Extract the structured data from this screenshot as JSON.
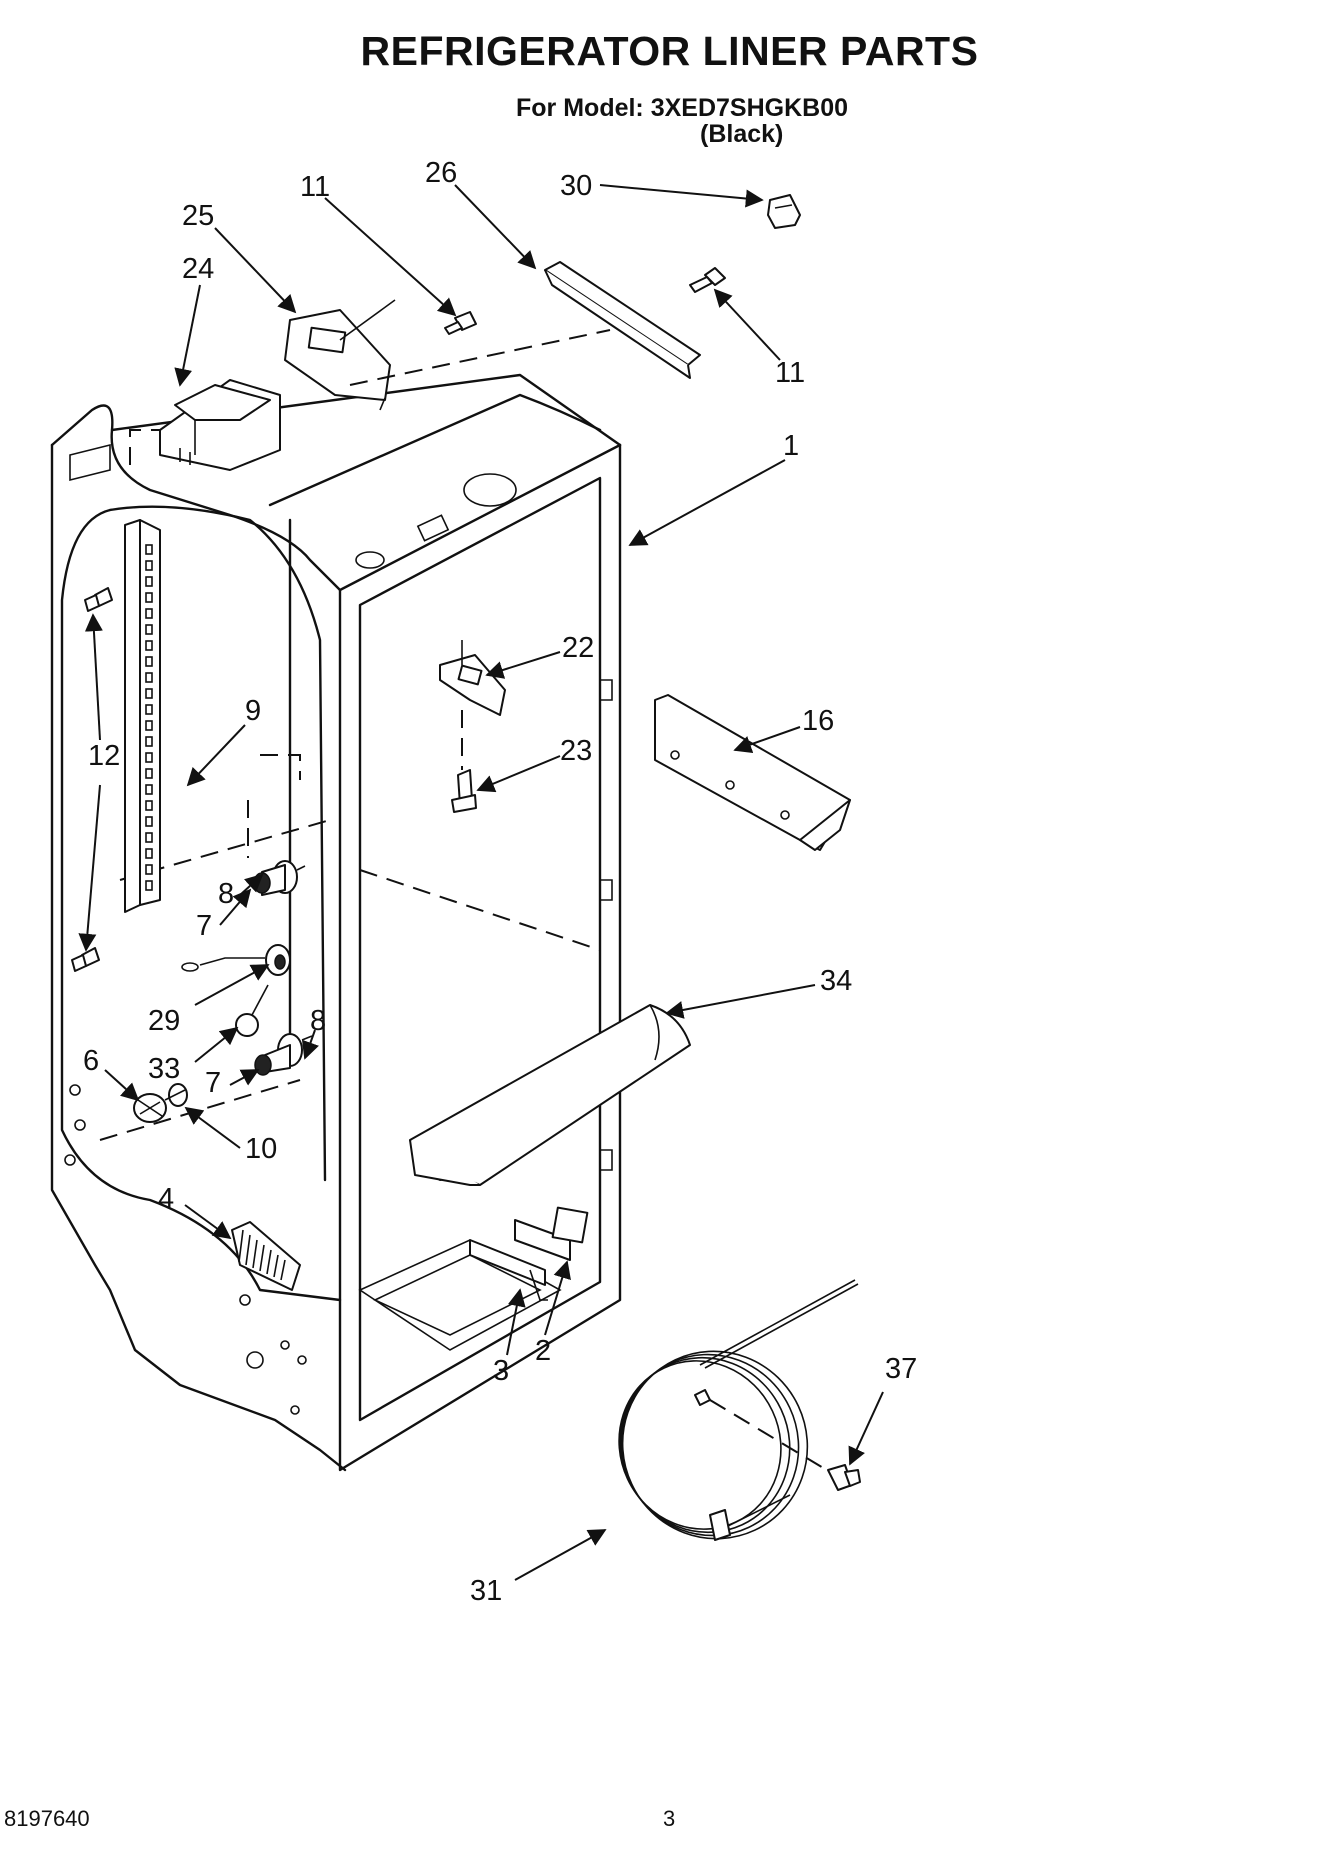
{
  "page": {
    "title": "REFRIGERATOR LINER PARTS",
    "model_line": "For Model: 3XED7SHGKB00",
    "color_line": "(Black)",
    "doc_number": "8197640",
    "page_number": "3"
  },
  "callouts": [
    {
      "id": "c11a",
      "label": "11"
    },
    {
      "id": "c26",
      "label": "26"
    },
    {
      "id": "c30",
      "label": "30"
    },
    {
      "id": "c25",
      "label": "25"
    },
    {
      "id": "c24",
      "label": "24"
    },
    {
      "id": "c11b",
      "label": "11"
    },
    {
      "id": "c1",
      "label": "1"
    },
    {
      "id": "c22",
      "label": "22"
    },
    {
      "id": "c9",
      "label": "9"
    },
    {
      "id": "c16",
      "label": "16"
    },
    {
      "id": "c12",
      "label": "12"
    },
    {
      "id": "c23",
      "label": "23"
    },
    {
      "id": "c8a",
      "label": "8"
    },
    {
      "id": "c7a",
      "label": "7"
    },
    {
      "id": "c34",
      "label": "34"
    },
    {
      "id": "c29",
      "label": "29"
    },
    {
      "id": "c8b",
      "label": "8"
    },
    {
      "id": "c33",
      "label": "33"
    },
    {
      "id": "c7b",
      "label": "7"
    },
    {
      "id": "c6",
      "label": "6"
    },
    {
      "id": "c10",
      "label": "10"
    },
    {
      "id": "c4",
      "label": "4"
    },
    {
      "id": "c2",
      "label": "2"
    },
    {
      "id": "c3",
      "label": "3"
    },
    {
      "id": "c37",
      "label": "37"
    },
    {
      "id": "c31",
      "label": "31"
    }
  ]
}
